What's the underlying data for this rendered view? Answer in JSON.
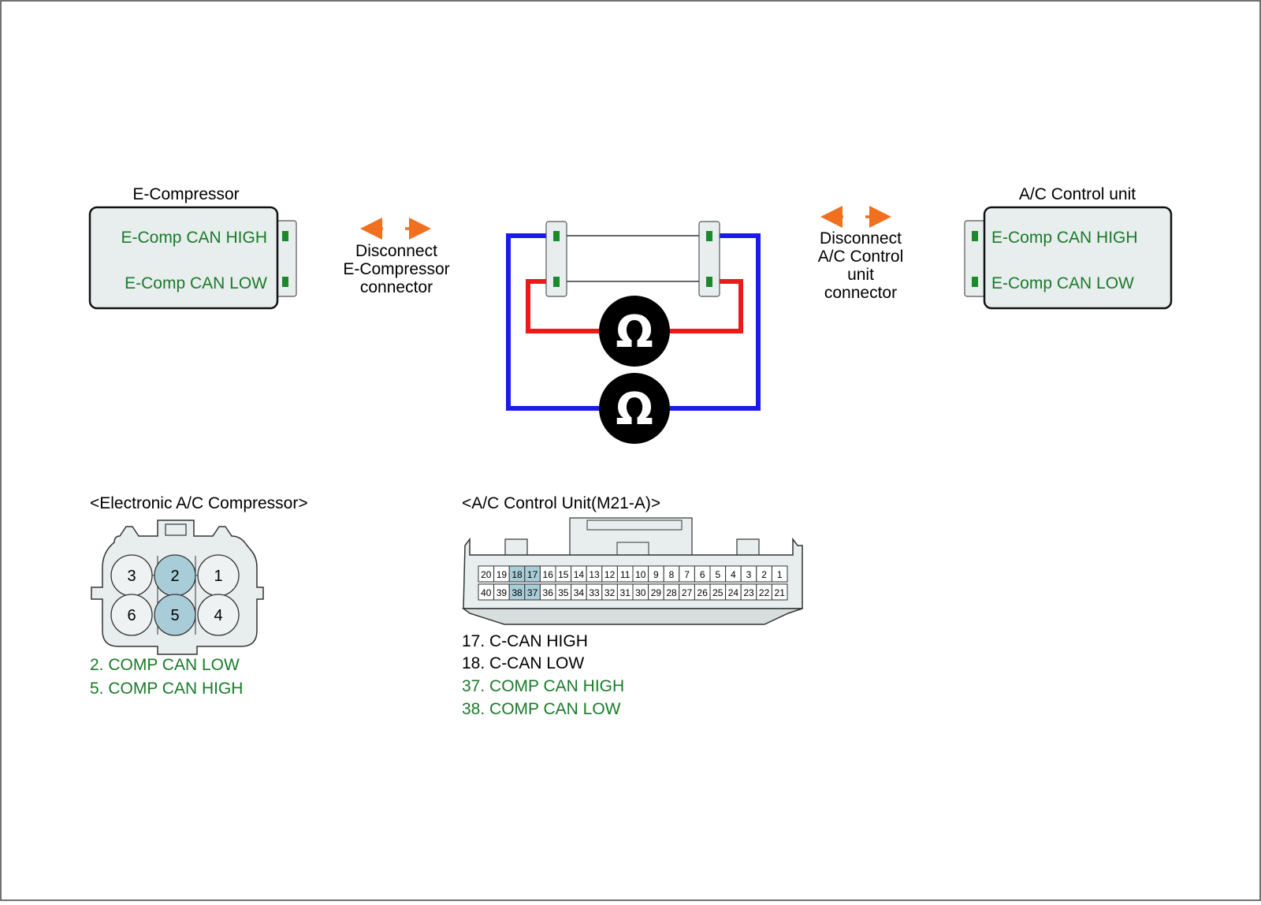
{
  "colors": {
    "green_text": "#1a7a2a",
    "arrow": "#f07020",
    "wire_blue": "#1a1aee",
    "wire_red": "#ee1a1a",
    "connector_fill": "#e8eeee",
    "pin_highlight": "#a9cdd8",
    "terminal": "#1a8a2a"
  },
  "icons": {
    "ohmmeter": "omega-icon",
    "disconnect": "double-arrow-icon"
  },
  "e_compressor": {
    "title": "E-Compressor",
    "pins": [
      "E-Comp CAN HIGH",
      "E-Comp CAN LOW"
    ]
  },
  "ac_unit": {
    "title": "A/C Control unit",
    "pins": [
      "E-Comp CAN HIGH",
      "E-Comp CAN LOW"
    ]
  },
  "disconnect_left": [
    "Disconnect",
    "E-Compressor",
    "connector"
  ],
  "disconnect_right": [
    "Disconnect",
    "A/C Control",
    "unit",
    "connector"
  ],
  "meter_symbol": "Ω",
  "compressor_connector": {
    "title": "<Electronic A/C Compressor>",
    "pins_top": [
      "3",
      "2",
      "1"
    ],
    "pins_bottom": [
      "6",
      "5",
      "4"
    ],
    "highlighted": [
      "2",
      "5"
    ],
    "legend": [
      "2. COMP CAN LOW",
      "5. COMP CAN HIGH"
    ]
  },
  "control_connector": {
    "title": "<A/C Control Unit(M21-A)>",
    "row1": [
      "20",
      "19",
      "18",
      "17",
      "16",
      "15",
      "14",
      "13",
      "12",
      "11",
      "10",
      "9",
      "8",
      "7",
      "6",
      "5",
      "4",
      "3",
      "2",
      "1"
    ],
    "row2": [
      "40",
      "39",
      "38",
      "37",
      "36",
      "35",
      "34",
      "33",
      "32",
      "31",
      "30",
      "29",
      "28",
      "27",
      "26",
      "25",
      "24",
      "23",
      "22",
      "21"
    ],
    "highlighted": [
      "18",
      "17",
      "38",
      "37"
    ],
    "legend_black": [
      "17. C-CAN HIGH",
      "18. C-CAN LOW"
    ],
    "legend_green": [
      "37. COMP CAN HIGH",
      "38. COMP CAN LOW"
    ]
  }
}
